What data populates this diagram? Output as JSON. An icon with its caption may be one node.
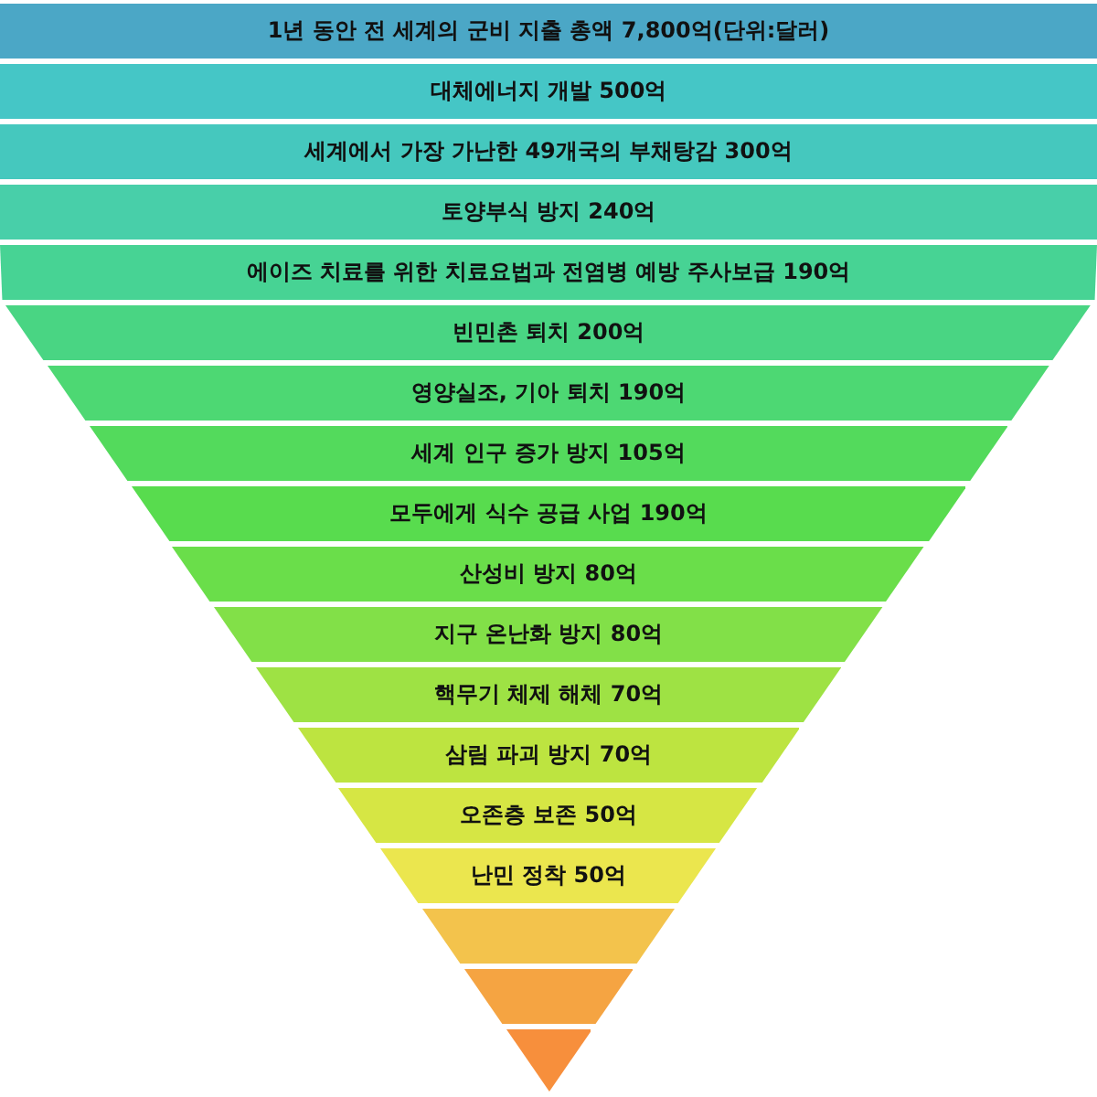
{
  "diagram": {
    "nodes": [
      {
        "text": [
          "1년 동안 전 세계의 군비 지출 총액 7,800억(단위:달러)"
        ]
      },
      {
        "text": [
          "대체에너지 개발 500억"
        ]
      },
      {
        "text": [
          "세계에서 가장 가난한 49개국의 부채탕감 300억"
        ]
      },
      {
        "text": [
          "토양부식 방지 240억"
        ]
      },
      {
        "text": [
          "에이즈 치료를 위한 치료요법과 전염병 예방 주사보급 190억"
        ]
      },
      {
        "text": [
          "빈민촌 퇴치 200억"
        ]
      },
      {
        "text": [
          "영양실조, 기아 퇴치 190억"
        ]
      },
      {
        "text": [
          "세계 인구 증가 방지 105억"
        ]
      },
      {
        "text": [
          "모두에게 식수 공급 사업 190억"
        ]
      },
      {
        "text": [
          "산성비 방지 80억"
        ]
      },
      {
        "text": [
          "지구 온난화 방지 80억"
        ]
      },
      {
        "text": [
          "핵무기 체제 해체 70억"
        ]
      },
      {
        "text": [
          "삼림 파괴 방지 70억"
        ]
      },
      {
        "text": [
          "오존층 보존 50억"
        ]
      },
      {
        "text": [
          "난민 정착 50억"
        ]
      },
      {
        "text": [],
        "shape": "box"
      },
      {
        "text": [],
        "shape": "box"
      },
      {
        "text": [],
        "shape": "triangle"
      }
    ]
  }
}
